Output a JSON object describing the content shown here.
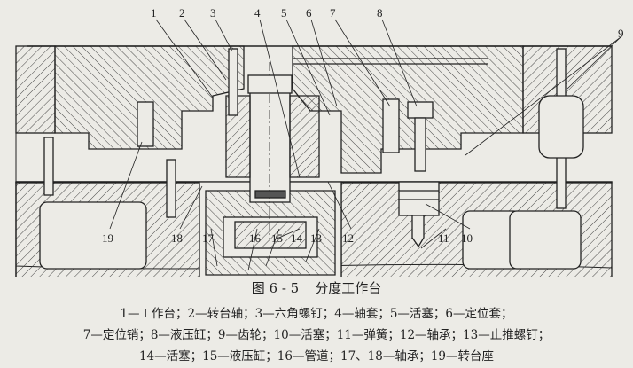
{
  "figure": {
    "number": "图 6 - 5",
    "title": "分度工作台",
    "part_labels": [
      "1",
      "2",
      "3",
      "4",
      "5",
      "6",
      "7",
      "8",
      "9",
      "10",
      "11",
      "12",
      "13",
      "14",
      "15",
      "16",
      "17",
      "18",
      "19"
    ],
    "legend_lines": [
      "1—工作台；2—转台轴；3—六角螺钉；4—轴套；5—活塞；6—定位套；",
      "7—定位销；8—液压缸；9—齿轮；10—活塞；11—弹簧；12—轴承；13—止推螺钉；",
      "14—活塞；15—液压缸；16—管道；17、18—轴承；19—转台座"
    ]
  }
}
